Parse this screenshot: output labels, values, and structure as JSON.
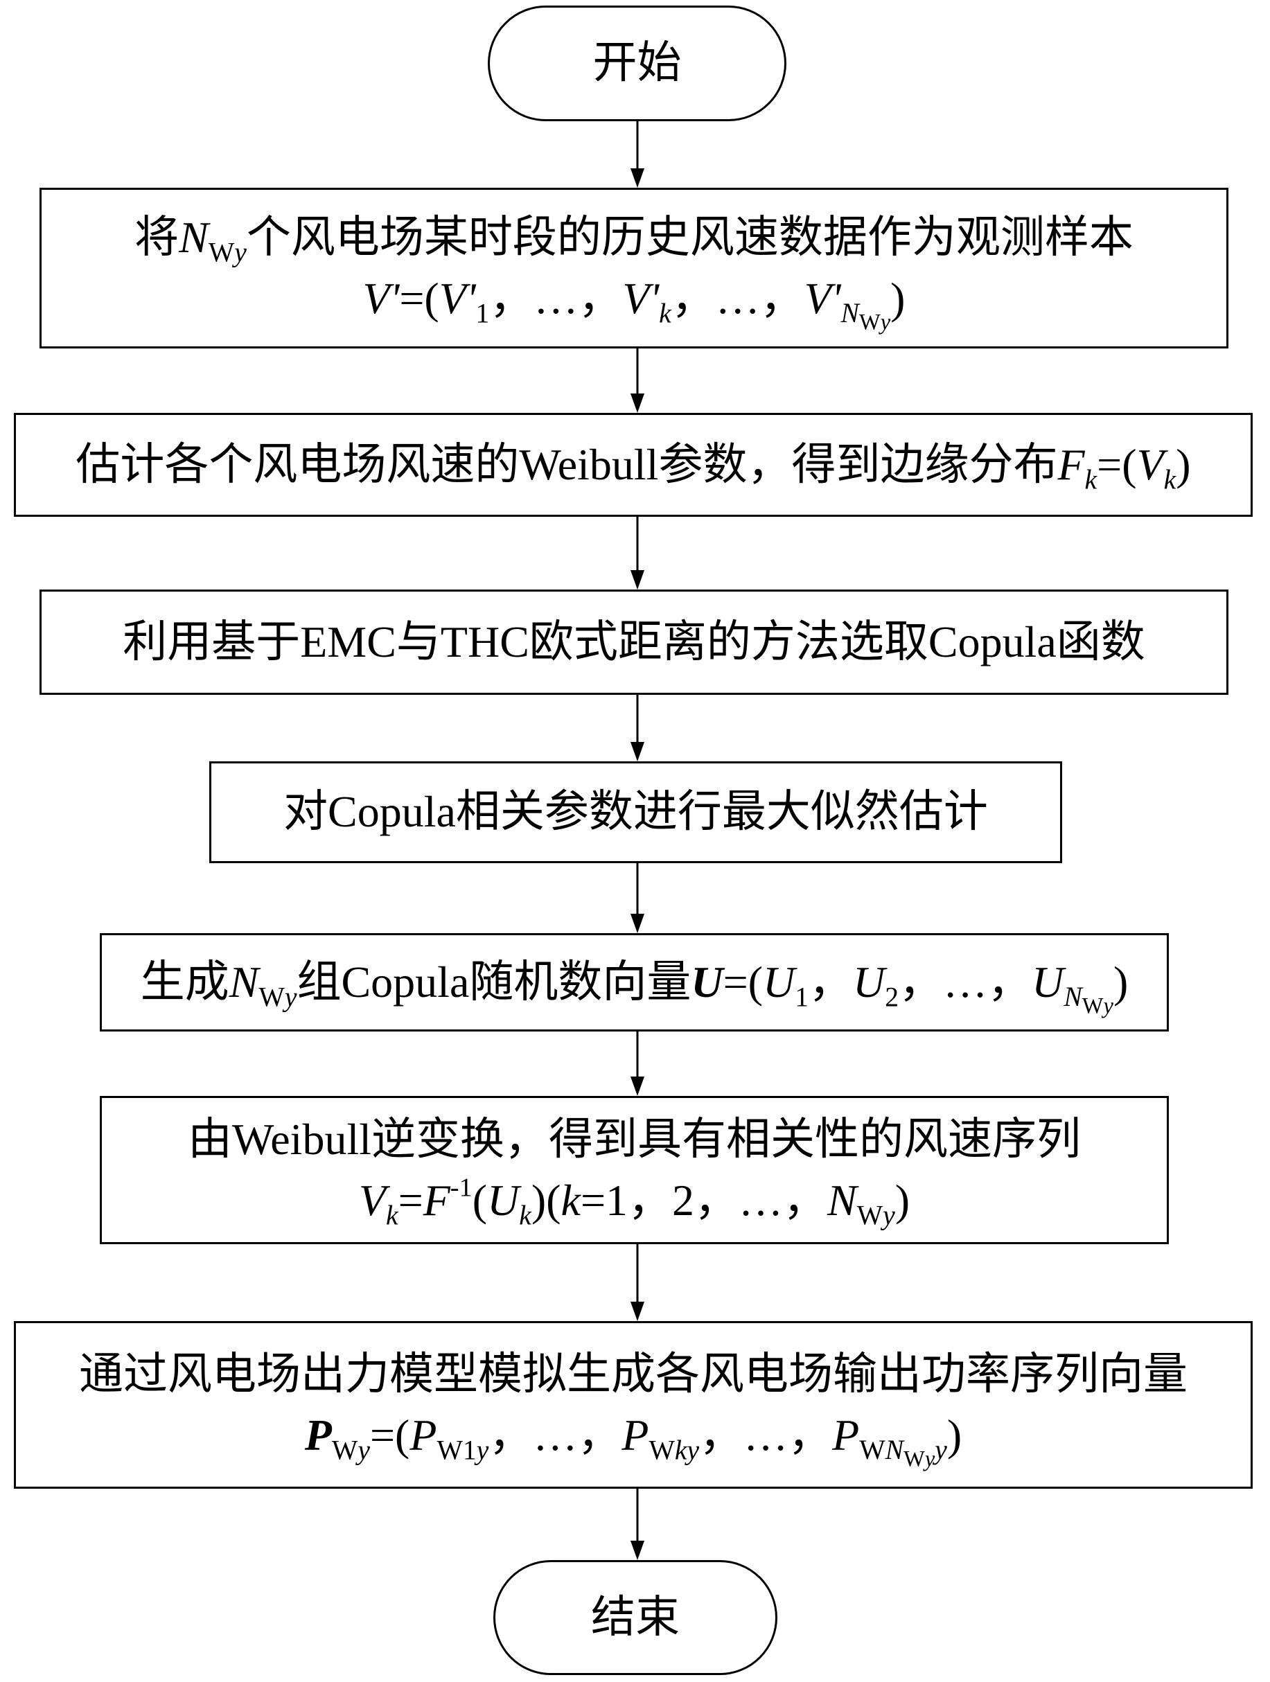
{
  "flowchart": {
    "start": "开始",
    "end": "结束",
    "step1": {
      "line1": [
        "将",
        "N",
        "W",
        "y",
        "个风电场某时段的历史风速数据作为观测样本"
      ],
      "line2": [
        "V'",
        "=(",
        "V'",
        "1",
        "，…，",
        "V'",
        "k",
        "，…，",
        "V'",
        "N",
        "W",
        "y",
        ")"
      ]
    },
    "step2": {
      "line1": [
        "估计各个风电场风速的Weibull参数，得到边缘分布",
        "F",
        "k",
        "=(",
        "V",
        "k",
        ")"
      ]
    },
    "step3": {
      "line1": "利用基于EMC与THC欧式距离的方法选取Copula函数"
    },
    "step4": {
      "line1": "对Copula相关参数进行最大似然估计"
    },
    "step5": {
      "line1": [
        "生成",
        "N",
        "W",
        "y",
        "组Copula随机数向量",
        "U",
        "=(",
        "U",
        "1",
        "，",
        "U",
        "2",
        "，…，",
        "U",
        "N",
        "W",
        "y",
        ")"
      ]
    },
    "step6": {
      "line1": "由Weibull逆变换，得到具有相关性的风速序列",
      "line2": [
        "V",
        "k",
        "=",
        "F",
        "-1",
        "(",
        "U",
        "k",
        ")(",
        "k",
        "=1，2，…，",
        "N",
        "W",
        "y",
        ")"
      ]
    },
    "step7": {
      "line1": "通过风电场出力模型模拟生成各风电场输出功率序列向量",
      "line2": [
        "P",
        "W",
        "y",
        "=(",
        "P",
        "W1",
        "y",
        "，…，",
        "P",
        "W",
        "k",
        "y",
        "，…，",
        "P",
        "W",
        "N",
        "W",
        "y",
        "y",
        ")"
      ]
    }
  }
}
